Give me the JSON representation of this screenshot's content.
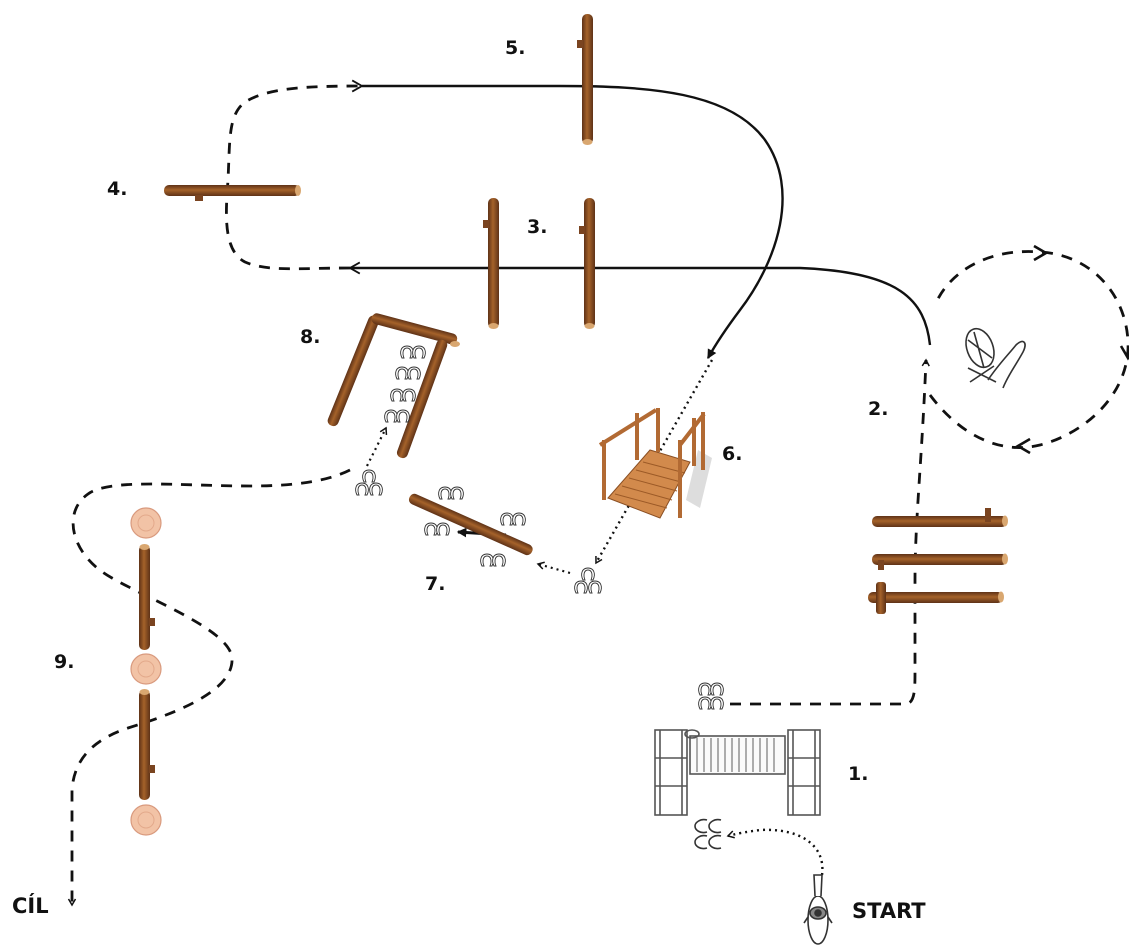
{
  "labels": {
    "obstacle_1": "1.",
    "obstacle_2": "2.",
    "obstacle_3": "3.",
    "obstacle_4": "4.",
    "obstacle_5": "5.",
    "obstacle_6": "6.",
    "obstacle_7": "7.",
    "obstacle_8": "8.",
    "obstacle_9": "9.",
    "start": "START",
    "finish": "CÍL"
  },
  "colors": {
    "path": "#111111",
    "log_dark": "#6b3a1c",
    "log_mid": "#94531f",
    "log_light": "#b8733a",
    "bridge": "#d08a4e",
    "stump": "#f2c3a6",
    "stump_ring": "#d99a7e",
    "gate": "#666666"
  },
  "icons": {
    "start_marker": "rider-on-horse-icon",
    "obstacle_2_marker": "lasso-rope-icon",
    "turn_markers": "horseshoe-pair-icon"
  }
}
